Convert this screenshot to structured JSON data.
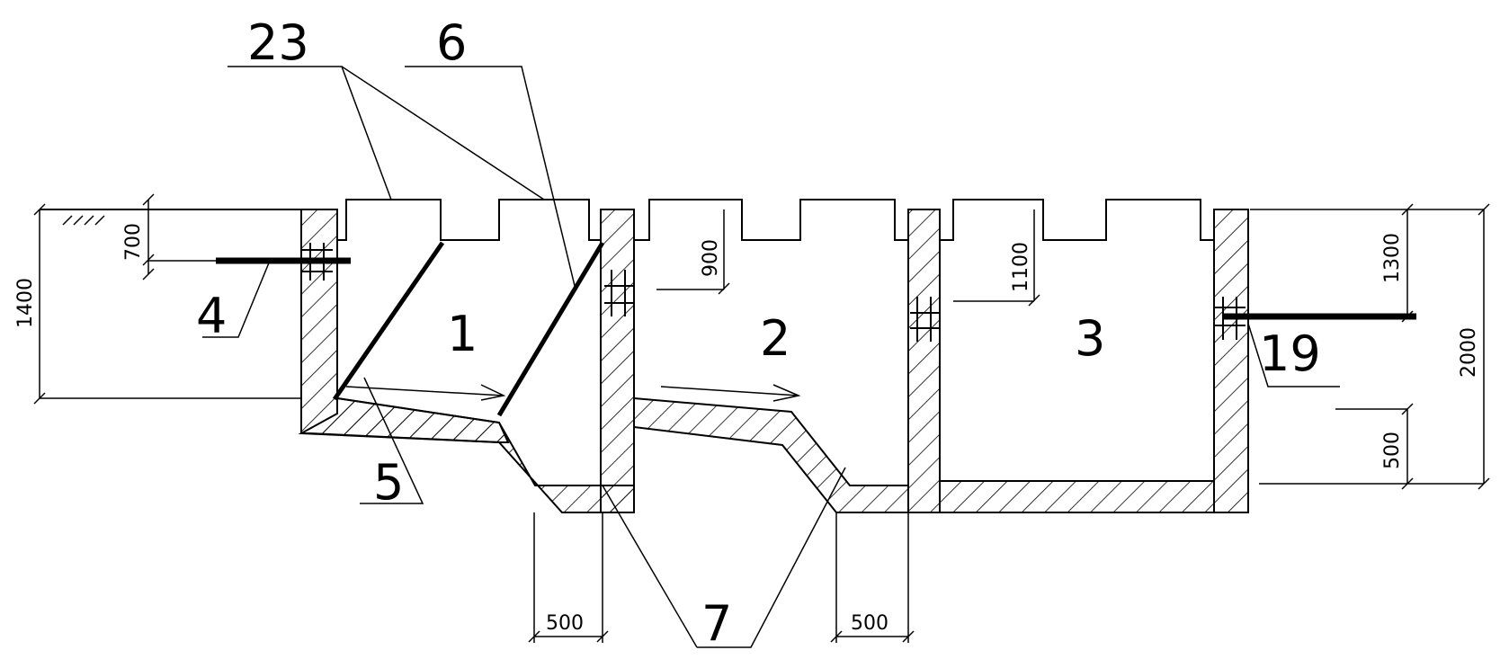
{
  "callouts": {
    "c23": "23",
    "c6": "6",
    "c1": "1",
    "c2": "2",
    "c3": "3",
    "c4": "4",
    "c5": "5",
    "c7": "7",
    "c19": "19"
  },
  "dimensions": {
    "d1400": "1400",
    "d700": "700",
    "d900": "900",
    "d1100": "1100",
    "d1300": "1300",
    "d2000": "2000",
    "d500_right": "500",
    "d500_left_bottom": "500",
    "d500_mid_bottom": "500"
  }
}
